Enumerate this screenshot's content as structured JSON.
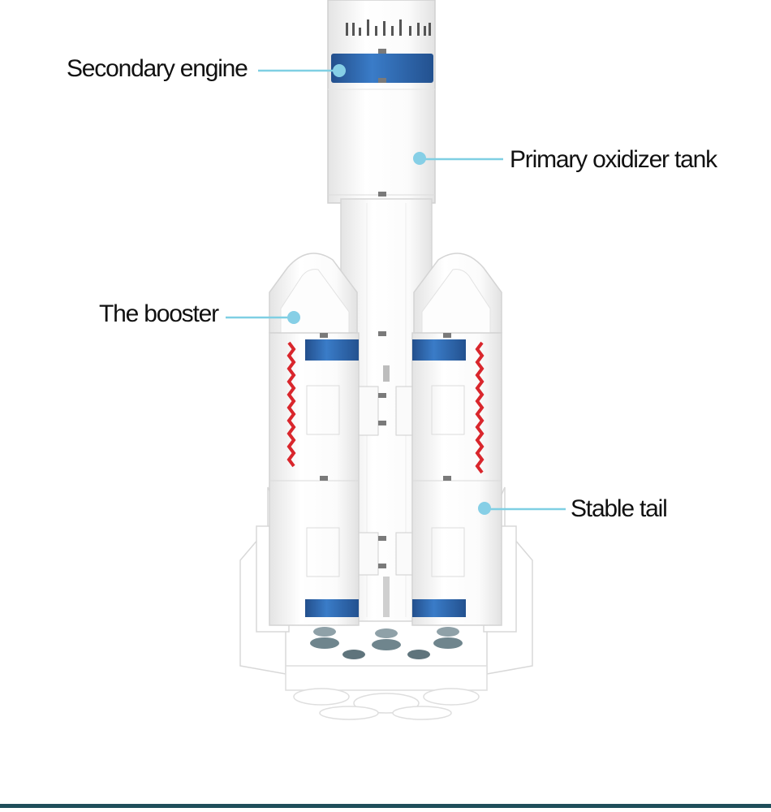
{
  "callouts": {
    "secondary_engine": "Secondary engine",
    "primary_oxidizer_tank": "Primary oxidizer tank",
    "booster": "The booster",
    "stable_tail": "Stable tail"
  },
  "colors": {
    "leader_line": "#7fcfe3",
    "dot": "#86cfe6",
    "band_blue": "#2f6db5",
    "stripe_red": "#d9262c",
    "body_white": "#ffffff",
    "outline_gray": "#d6d6d6",
    "bottom_bar": "#1f4e5a"
  },
  "illustration": {
    "subject": "white building-block rocket with two side boosters",
    "icon": "rocket-model-icon"
  }
}
